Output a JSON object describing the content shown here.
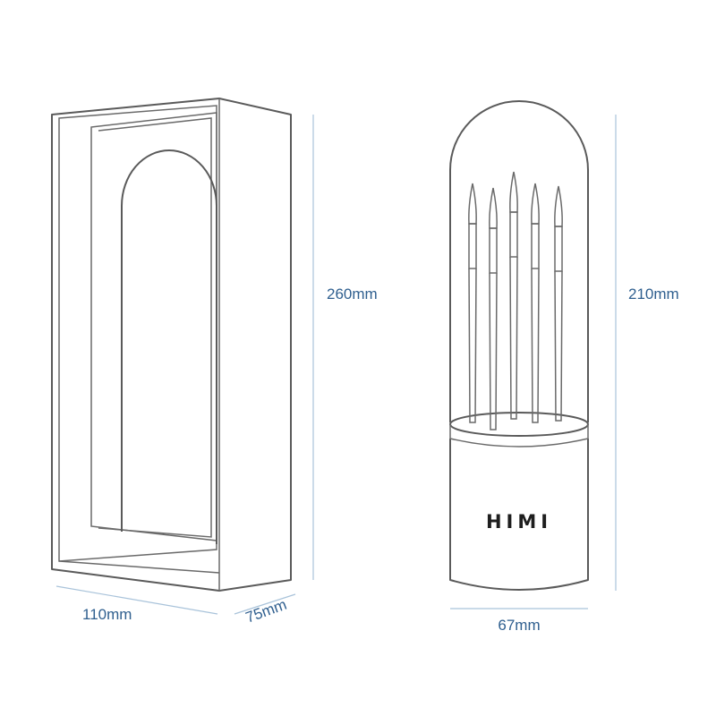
{
  "storage_box": {
    "height_label": "260mm",
    "width_label": "110mm",
    "depth_label": "75mm"
  },
  "brush_holder": {
    "brand": "HIMI",
    "height_label": "210mm",
    "diameter_label": "67mm",
    "brush_count": 5
  },
  "colors": {
    "dimension_text": "#2f5f8f",
    "dimension_line": "#a9c3da",
    "outline": "#5a5a5a"
  }
}
